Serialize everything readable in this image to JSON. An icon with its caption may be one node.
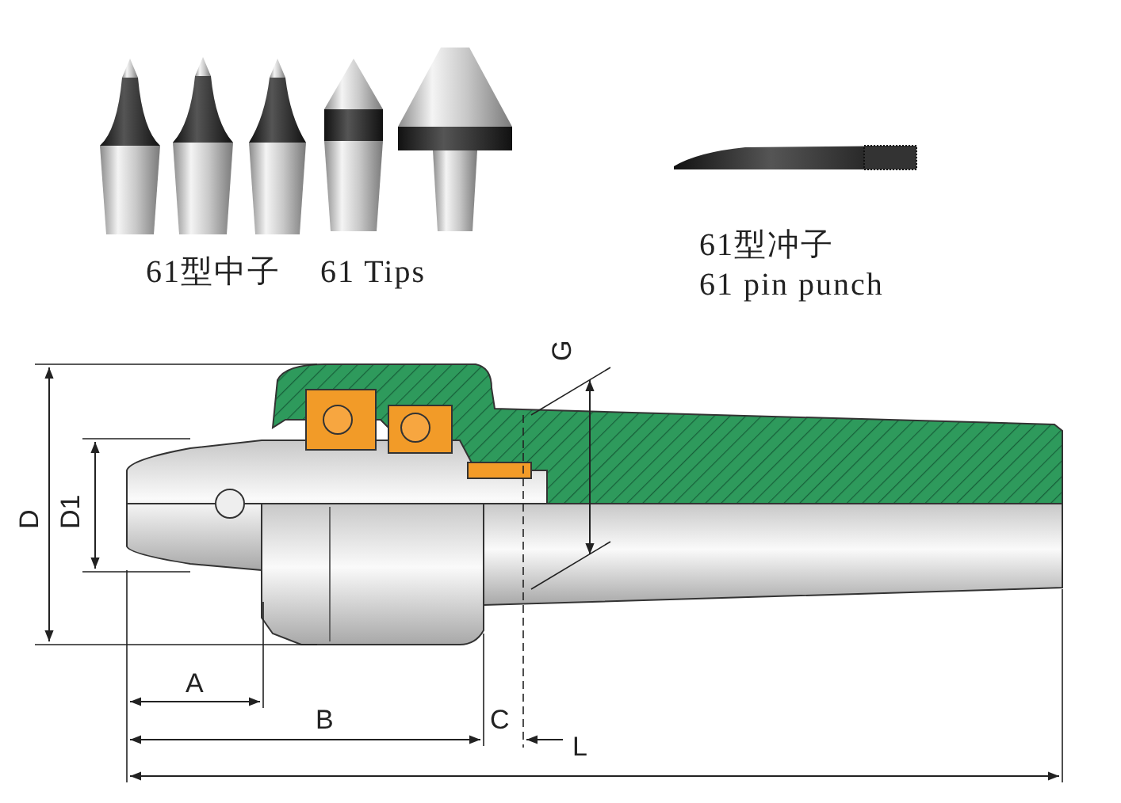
{
  "diagram": {
    "labels": [
      "61型中子",
      "61 Tips",
      "61型冲子",
      "61 pin punch",
      "G",
      "D",
      "D1",
      "A",
      "B",
      "C",
      "L"
    ]
  }
}
